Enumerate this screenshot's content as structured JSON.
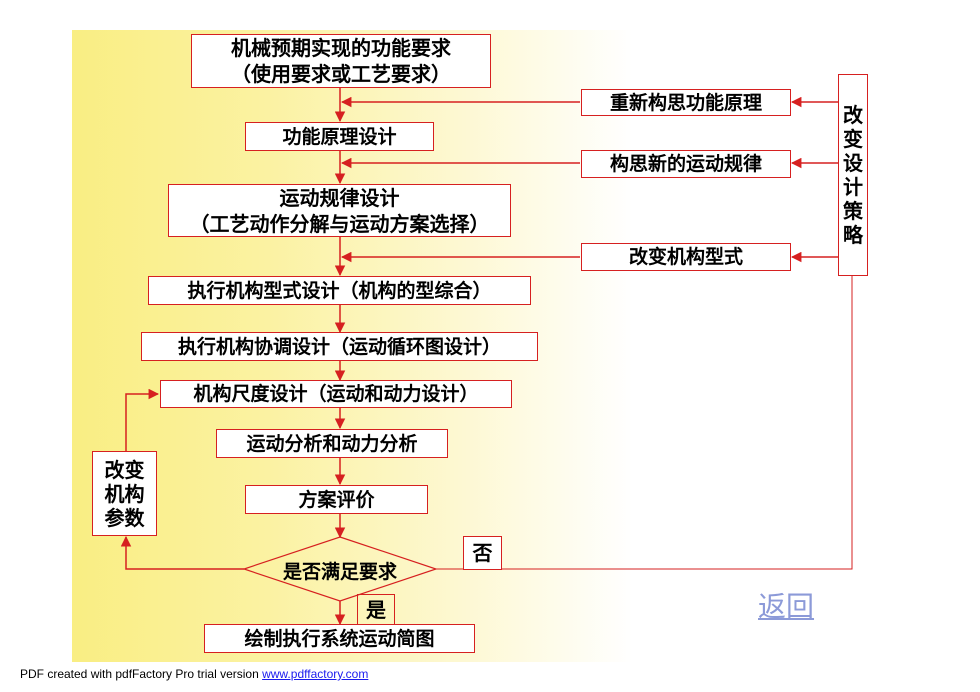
{
  "nodes": {
    "requirements_line1": "机械预期实现的功能要求",
    "requirements_line2": "（使用要求或工艺要求）",
    "function_principle": "功能原理设计",
    "motion_law_line1": "运动规律设计",
    "motion_law_line2": "（工艺动作分解与运动方案选择）",
    "mechanism_type": "执行机构型式设计（机构的型综合）",
    "coordination": "执行机构协调设计（运动循环图设计）",
    "dimension": "机构尺度设计（运动和动力设计）",
    "analysis": "运动分析和动力分析",
    "evaluation": "方案评价",
    "decision": "是否满足要求",
    "final": "绘制执行系统运动简图"
  },
  "strategy": {
    "title_chars": [
      "改",
      "变",
      "设",
      "计",
      "策",
      "略"
    ],
    "rethink_function": "重新构思功能原理",
    "new_motion_law": "构思新的运动规律",
    "change_type": "改变机构型式"
  },
  "param_box": {
    "lines": [
      "改变",
      "机构",
      "参数"
    ]
  },
  "labels": {
    "no": "否",
    "yes": "是"
  },
  "return_link": "返回",
  "footer": {
    "text": "PDF created with pdfFactory Pro trial version ",
    "link": "www.pdffactory.com"
  },
  "colors": {
    "line": "#d62020",
    "background_yellow": "#f9ee83",
    "link": "#8c9ad8"
  }
}
